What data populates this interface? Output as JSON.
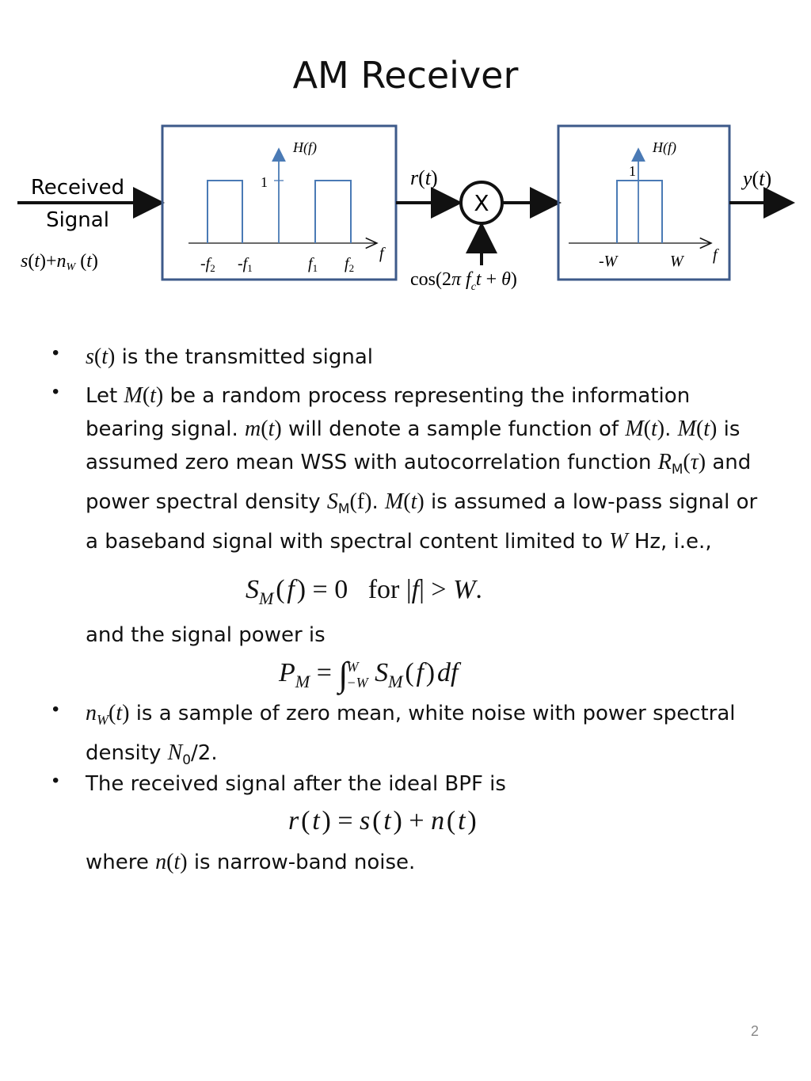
{
  "title": "AM Receiver",
  "diagram": {
    "input_label_line1": "Received",
    "input_label_line2": "Signal",
    "input_expr": "s(t)+n_W(t)",
    "bpf": {
      "axis_label": "H(f)",
      "gain": "1",
      "freq_axis": "f",
      "ticks": [
        "-f2",
        "-f1",
        "f1",
        "f2"
      ]
    },
    "bpf_output": "r(t)",
    "mixer_symbol": "X",
    "carrier": "cos(2πf_c t+θ)",
    "lpf": {
      "axis_label": "H(f)",
      "gain": "1",
      "freq_axis": "f",
      "ticks": [
        "-W",
        "W"
      ]
    },
    "output": "y(t)"
  },
  "bullets": [
    "s(t) is the transmitted signal",
    "Let M(t) be a random process representing the information bearing signal. m(t) will denote a sample function of M(t). M(t) is assumed zero mean WSS with autocorrelation function R_M(τ) and power spectral density S_M(f). M(t) is assumed a low-pass signal or a baseband signal with spectral content limited to W Hz, i.e.,",
    "n_W(t) is a sample of zero mean, white noise with power spectral density N_0/2.",
    "The received signal after the ideal BPF is"
  ],
  "equations": {
    "bandlimit": "S_M(f)=0 for |f|>W.",
    "power_intro": "and the signal power is",
    "power": "P_M = ∫_{-W}^{W} S_M(f) df",
    "received": "r(t)=s(t)+n(t)",
    "where": "where n(t) is narrow-band noise."
  },
  "page_number": "2",
  "colors": {
    "box_border": "#3d5a8a",
    "pulse": "#4a7ab5",
    "text": "#111111"
  }
}
